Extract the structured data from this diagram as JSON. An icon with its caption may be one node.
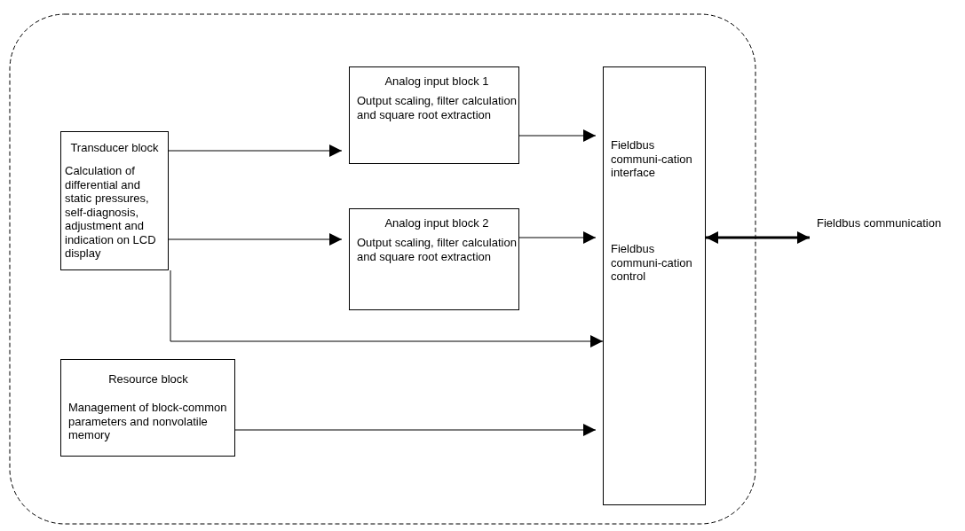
{
  "diagram": {
    "nodes": [
      {
        "text": [],
        "shape": "box"
      },
      {
        "text": [
          "Transducer block",
          "Calculation of differential and static pressures, self-diagnosis, adjustment and indication on LCD display"
        ],
        "in": 0
      },
      {
        "text": [
          "Analog input block 1",
          "Output scaling, filter calculation and square root extraction"
        ],
        "in": 0
      },
      {
        "text": [
          "Analog input block 2",
          "Output scaling, filter calculation and square root extraction"
        ],
        "in": 0
      },
      {
        "text": [
          "Resource block",
          "Management of block-common parameters and nonvolatile memory"
        ],
        "in": 0
      },
      {
        "text": [
          "Fieldbus communi-cation interface",
          "Fieldbus communi-cation control"
        ],
        "in": 0
      },
      {
        "text": [
          "Fieldbus communication"
        ]
      }
    ],
    "edges": [
      {
        "from": 1,
        "to": 2,
        "arrow": "to"
      },
      {
        "from": 1,
        "to": 3,
        "arrow": "to"
      },
      {
        "from": 1,
        "to": 5,
        "arrow": "to"
      },
      {
        "from": 2,
        "to": 5,
        "arrow": "to"
      },
      {
        "from": 3,
        "to": 5,
        "arrow": "to"
      },
      {
        "from": 4,
        "to": 5,
        "arrow": "to"
      },
      {
        "from": 5,
        "to": 6,
        "arrow": "both",
        "style": "thick"
      }
    ]
  }
}
